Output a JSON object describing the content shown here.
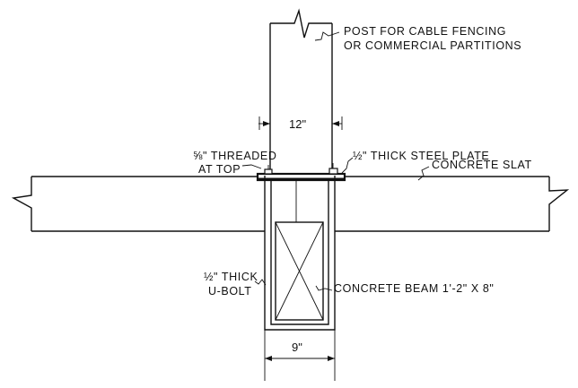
{
  "labels": {
    "post_line1": "POST FOR CABLE FENCING",
    "post_line2": "OR COMMERCIAL PARTITIONS",
    "dim_post_width": "12\"",
    "steel_plate": "½\" THICK STEEL PLATE",
    "threaded_line1": "⅝\" THREADED",
    "threaded_line2": "AT TOP",
    "concrete_slat": "CONCRETE  SLAT",
    "ubolt_line1": "½\" THICK",
    "ubolt_line2": "U-BOLT",
    "concrete_beam": "CONCRETE  BEAM  1'-2\" X 8\"",
    "dim_beam_width": "9\""
  }
}
